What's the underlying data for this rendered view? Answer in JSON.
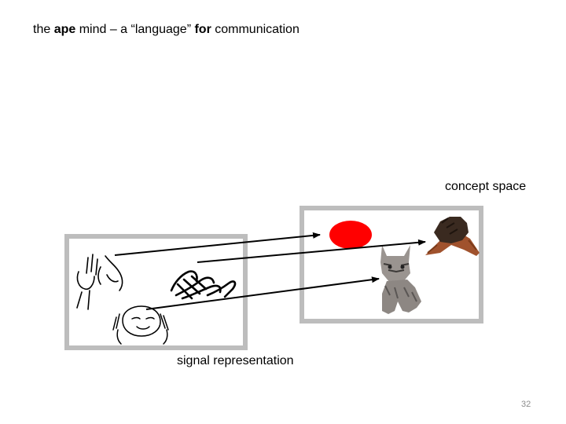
{
  "title": {
    "part1": "the ",
    "bold1": "ape",
    "part2": " mind – a “language” ",
    "bold2": "for",
    "part3": " communication"
  },
  "labels": {
    "concept_space": "concept space",
    "signal_representation": "signal representation"
  },
  "page_number": "32",
  "colors": {
    "frame": "#bdbdbd",
    "red_blob": "#ff0000",
    "arrow": "#000000",
    "page_number": "#8c8c8c"
  },
  "concept_items": [
    "red-blob",
    "handshake-icon",
    "kitten-icon"
  ],
  "signal_items": [
    "sign-gesture-1-icon",
    "sign-gesture-2-icon",
    "sign-gesture-3-icon"
  ]
}
